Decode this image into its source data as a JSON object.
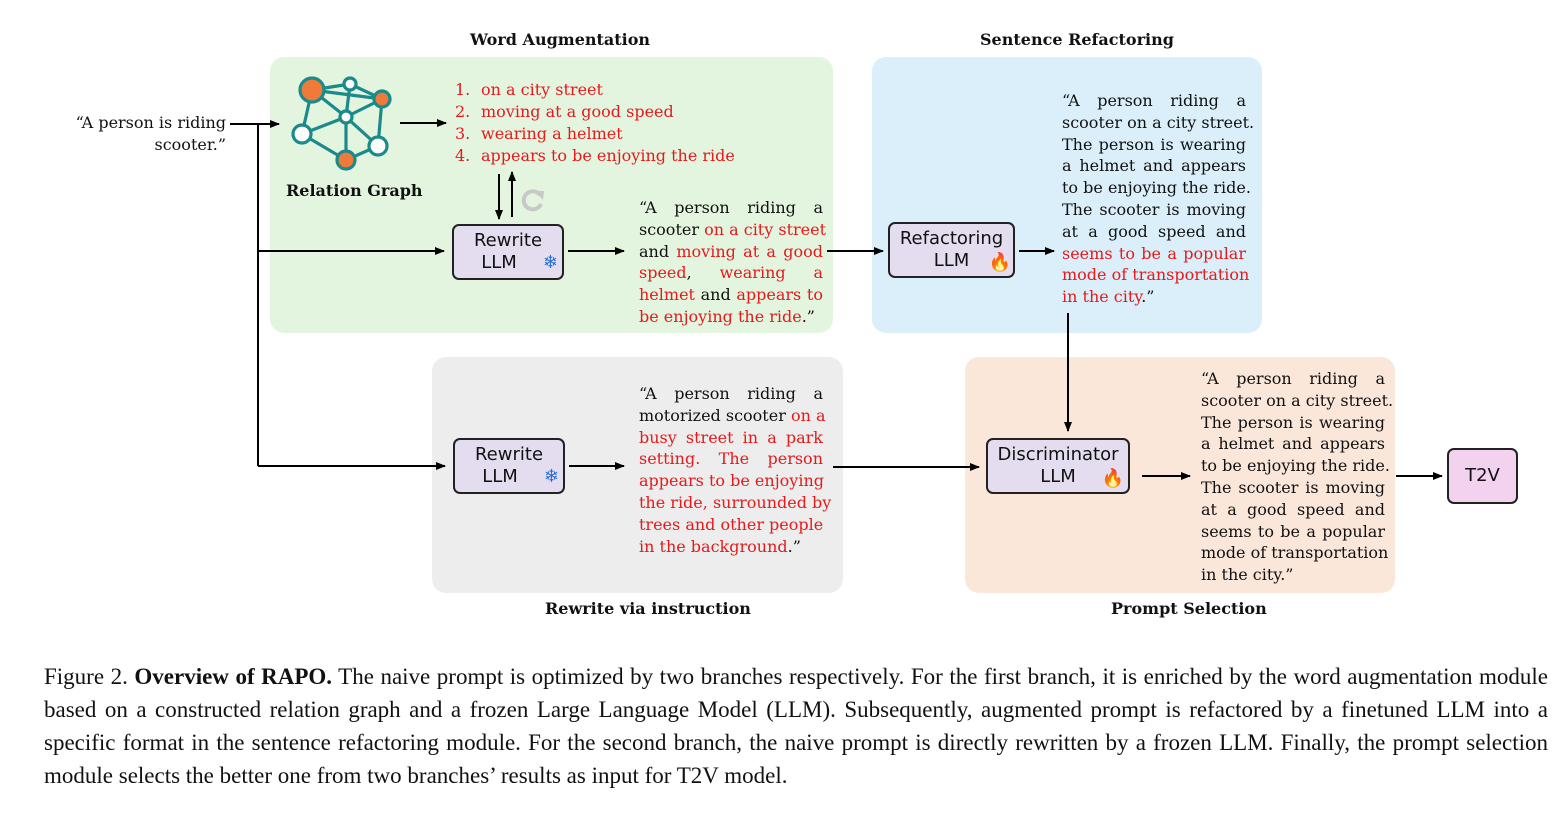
{
  "sections": {
    "word_augmentation": "Word Augmentation",
    "sentence_refactoring": "Sentence Refactoring",
    "rewrite_instruction": "Rewrite via instruction",
    "prompt_selection": "Prompt Selection"
  },
  "input_prompt": "“A person is riding scooter.”",
  "relation_graph_label": "Relation Graph",
  "augment_words": [
    {
      "num": "1.",
      "text": "on a city street"
    },
    {
      "num": "2.",
      "text": "moving at a good speed"
    },
    {
      "num": "3.",
      "text": "wearing a helmet"
    },
    {
      "num": "4.",
      "text": "appears to be enjoying the ride"
    }
  ],
  "boxes": {
    "rewrite_llm_1": [
      "Rewrite",
      "LLM"
    ],
    "refactoring_llm": [
      "Refactoring",
      "LLM"
    ],
    "rewrite_llm_2": [
      "Rewrite",
      "LLM"
    ],
    "discriminator_llm": [
      "Discriminator",
      "LLM"
    ],
    "t2v": "T2V"
  },
  "icons": {
    "frozen": "snowflake-icon",
    "finetuned": "fire-icon",
    "refresh": "refresh-icon",
    "graph": "graph-network-icon"
  },
  "colors": {
    "word_aug_bg": "#e4f5df",
    "sentence_ref_bg": "#dbeffa",
    "rewrite_bg": "#ededed",
    "prompt_sel_bg": "#fbe6da",
    "llm_box": "#e4dcef",
    "t2v_box": "#f2d2ee",
    "highlight": "#e41a1c"
  },
  "rewrite1_lines": [
    [
      {
        "t": "“A person riding a"
      }
    ],
    [
      {
        "t": "scooter "
      },
      {
        "t": "on a city street",
        "red": true
      }
    ],
    [
      {
        "t": "and "
      },
      {
        "t": "moving at a good",
        "red": true
      }
    ],
    [
      {
        "t": "speed",
        "red": true
      },
      {
        "t": ", "
      },
      {
        "t": "wearing a",
        "red": true
      }
    ],
    [
      {
        "t": "helmet",
        "red": true
      },
      {
        "t": " and "
      },
      {
        "t": "appears to",
        "red": true
      }
    ],
    [
      {
        "t": "be enjoying the ride",
        "red": true
      },
      {
        "t": ".”"
      }
    ]
  ],
  "refactor_lines": [
    [
      {
        "t": "“A person riding a"
      }
    ],
    [
      {
        "t": "scooter on a city street."
      }
    ],
    [
      {
        "t": "The person is wearing"
      }
    ],
    [
      {
        "t": "a helmet and appears"
      }
    ],
    [
      {
        "t": "to be enjoying the ride."
      }
    ],
    [
      {
        "t": "The scooter is moving"
      }
    ],
    [
      {
        "t": "at a good speed and"
      }
    ],
    [
      {
        "t": "seems to be a popular",
        "red": true
      }
    ],
    [
      {
        "t": "mode of transportation",
        "red": true
      }
    ],
    [
      {
        "t": "in the city",
        "red": true
      },
      {
        "t": ".”"
      }
    ]
  ],
  "rewrite2_lines": [
    [
      {
        "t": "“A person riding a"
      }
    ],
    [
      {
        "t": "motorized scooter "
      },
      {
        "t": "on a",
        "red": true
      }
    ],
    [
      {
        "t": "busy street in a park",
        "red": true
      }
    ],
    [
      {
        "t": "setting. The person",
        "red": true
      }
    ],
    [
      {
        "t": "appears to be enjoying",
        "red": true
      }
    ],
    [
      {
        "t": "the ride, surrounded by",
        "red": true
      }
    ],
    [
      {
        "t": "trees and other people",
        "red": true
      }
    ],
    [
      {
        "t": "in the background",
        "red": true
      },
      {
        "t": ".”"
      }
    ]
  ],
  "selected_lines": [
    [
      {
        "t": "“A person riding a"
      }
    ],
    [
      {
        "t": "scooter on a city street."
      }
    ],
    [
      {
        "t": "The person is wearing"
      }
    ],
    [
      {
        "t": "a helmet and appears"
      }
    ],
    [
      {
        "t": "to be enjoying the ride."
      }
    ],
    [
      {
        "t": "The scooter is moving"
      }
    ],
    [
      {
        "t": "at a good speed and"
      }
    ],
    [
      {
        "t": "seems to be a popular"
      }
    ],
    [
      {
        "t": "mode of transportation"
      }
    ],
    [
      {
        "t": "in the city.”"
      }
    ]
  ],
  "caption": {
    "label": "Figure 2.",
    "bold": "Overview of RAPO.",
    "text": "The naive prompt is optimized by two branches respectively. For the first branch, it is enriched by the word augmentation module based on a constructed relation graph and a frozen Large Language Model (LLM). Subsequently, augmented prompt is refactored by a finetuned LLM into a specific format in the sentence refactoring module. For the second branch, the naive prompt is directly rewritten by a frozen LLM. Finally, the prompt selection module selects the better one from two branches’ results as input for T2V model."
  }
}
